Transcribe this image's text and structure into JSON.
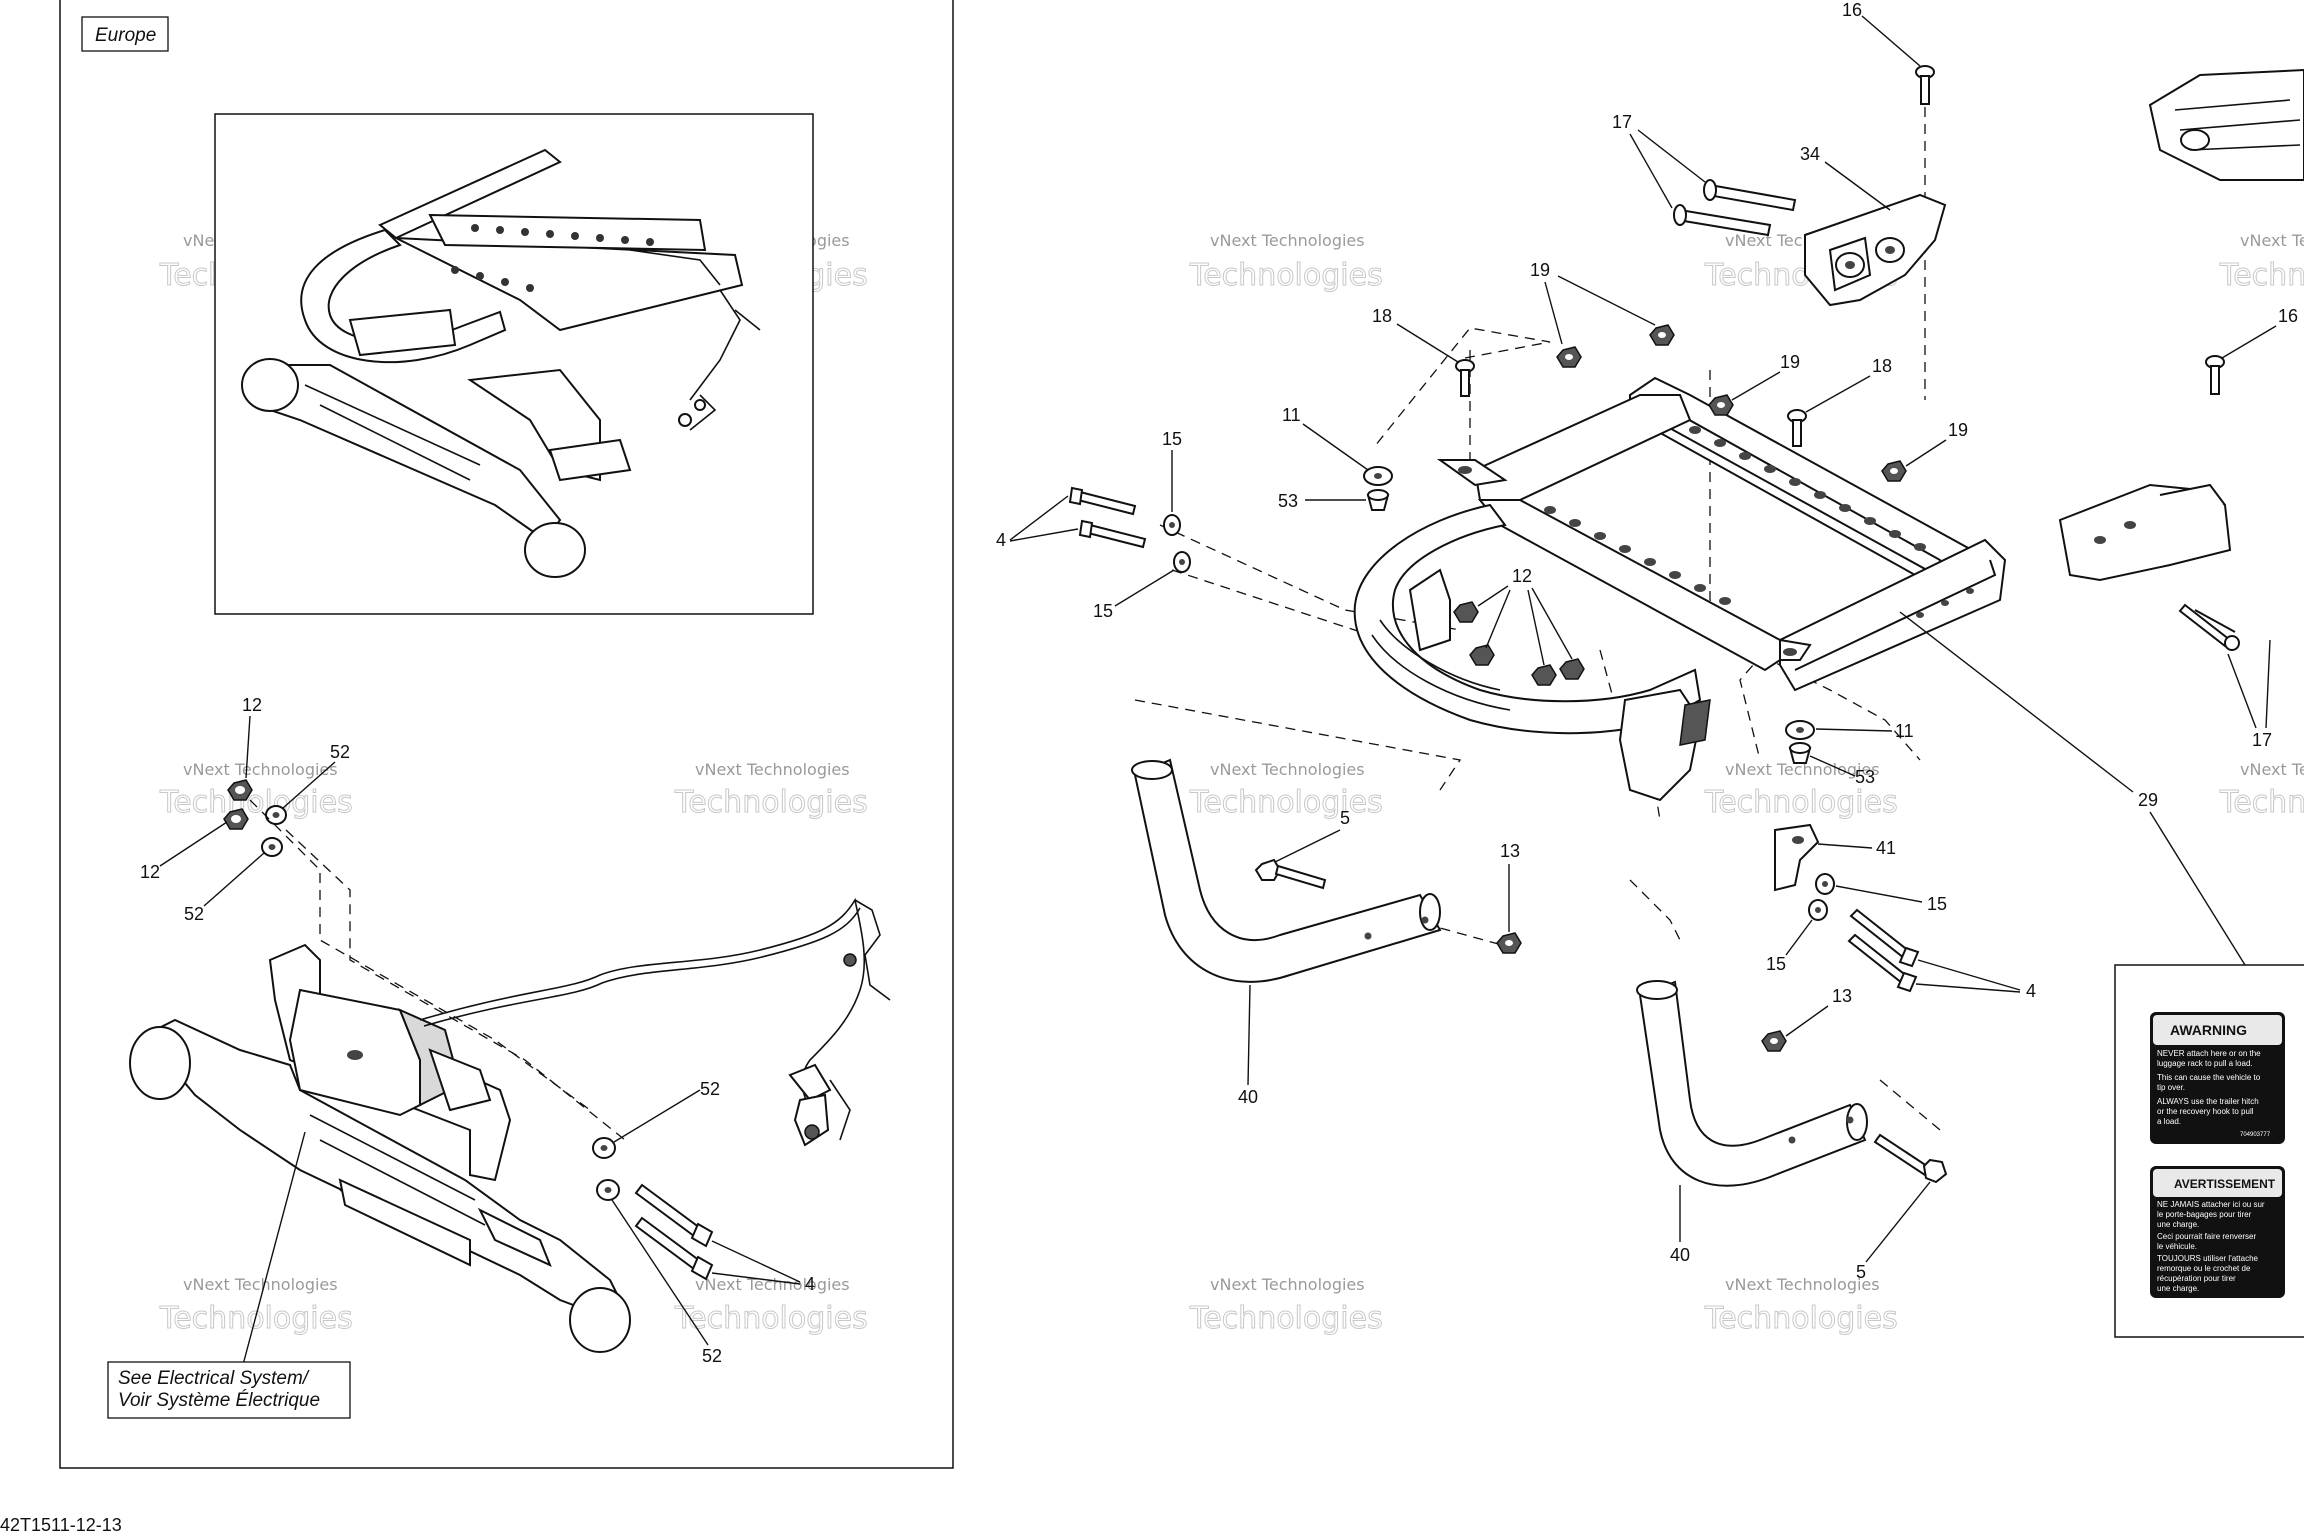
{
  "panel": {
    "region_label": "Europe",
    "electrical_note_line1": "See Electrical System/",
    "electrical_note_line2": "Voir Système Électrique"
  },
  "document": {
    "code": "42T1511-12-13"
  },
  "watermark": {
    "line1": "vNext Technologies",
    "line2": "Technologies"
  },
  "callouts": {
    "left": {
      "c12_top": "12",
      "c52_top": "52",
      "c12_mid": "12",
      "c52_mid": "52",
      "c52_lower": "52",
      "c4": "4",
      "c52_bottom": "52"
    },
    "right": {
      "c16_top": "16",
      "c17_top": "17",
      "c34": "34",
      "c19_a": "19",
      "c18_a": "18",
      "c19_b": "19",
      "c18_b": "18",
      "c19_c": "19",
      "c15_a": "15",
      "c11_a": "11",
      "c53_a": "53",
      "c4_a": "4",
      "c15_b": "15",
      "c12": "12",
      "c11_b": "11",
      "c53_b": "53",
      "c29": "29",
      "c5_a": "5",
      "c13_a": "13",
      "c41": "41",
      "c15_c": "15",
      "c15_d": "15",
      "c4_b": "4",
      "c40_a": "40",
      "c13_b": "13",
      "c40_b": "40",
      "c5_b": "5",
      "c16_right": "16",
      "c17_right": "17"
    }
  },
  "decals": {
    "warning_title": "AWARNING",
    "warning_line1": "NEVER attach here or on the",
    "warning_line2": "luggage rack to pull a load.",
    "warning_line3": "This can cause the vehicle to",
    "warning_line4": "tip over.",
    "warning_line5": "ALWAYS use the trailer hitch",
    "warning_line6": "or the recovery hook to pull",
    "warning_line7": "a load.",
    "warning_code": "704903777",
    "avert_title": "AVERTISSEMENT",
    "avert_line1": "NE JAMAIS attacher ici ou sur",
    "avert_line2": "le porte-bagages pour tirer",
    "avert_line3": "une charge.",
    "avert_line4": "Ceci pourrait faire renverser",
    "avert_line5": "le véhicule.",
    "avert_line6": "TOUJOURS utiliser l'attache",
    "avert_line7": "remorque ou le crochet de",
    "avert_line8": "récupération pour tirer",
    "avert_line9": "une charge."
  }
}
